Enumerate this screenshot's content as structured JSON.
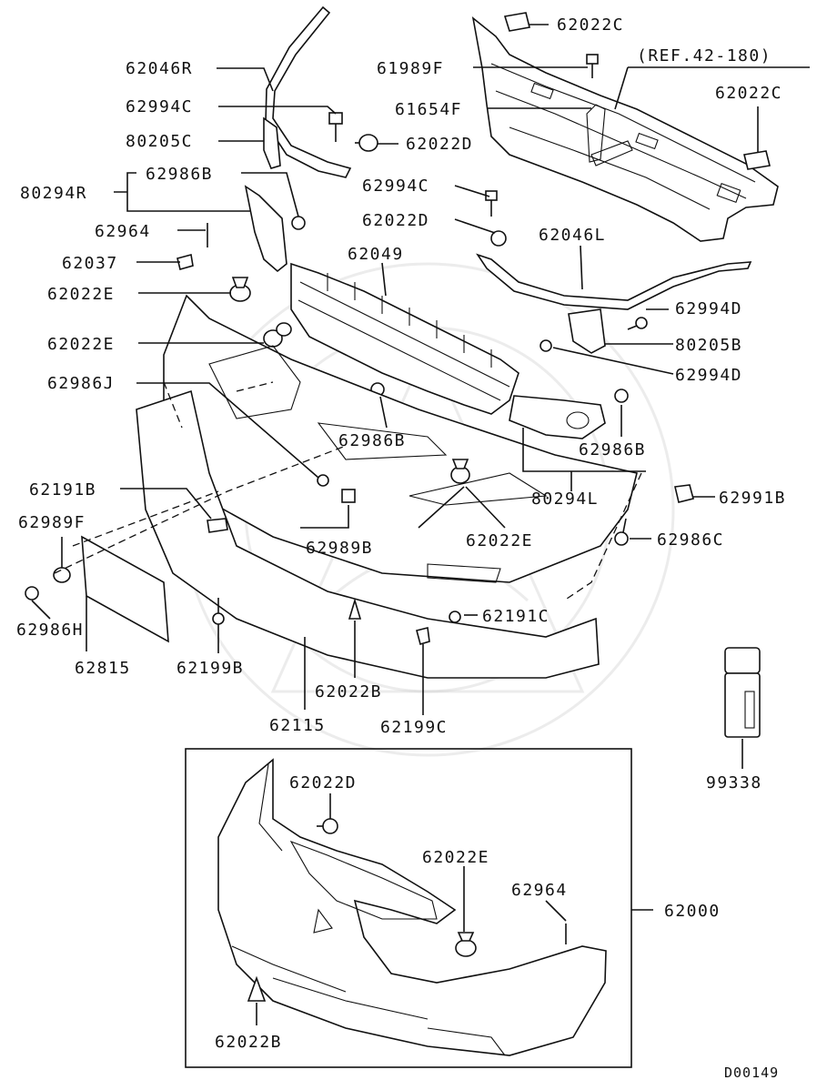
{
  "diagram_code": "D00149",
  "labels": {
    "l62022C_top": "62022C",
    "l62046R": "62046R",
    "l61989F": "61989F",
    "lREF": "(REF.42-180)",
    "l62994C_a": "62994C",
    "l61654F": "61654F",
    "l62022C_right": "62022C",
    "l80205C": "80205C",
    "l62022D_a": "62022D",
    "l62986B_a": "62986B",
    "l80294R": "80294R",
    "l62994C_b": "62994C",
    "l62964_a": "62964",
    "l62022D_b": "62022D",
    "l62046L": "62046L",
    "l62037": "62037",
    "l62049": "62049",
    "l62022E_a": "62022E",
    "l62994D_a": "62994D",
    "l62022E_b": "62022E",
    "l80205B": "80205B",
    "l62994D_b": "62994D",
    "l62986J": "62986J",
    "l62986B_b": "62986B",
    "l62986B_c": "62986B",
    "l62191B": "62191B",
    "l80294L": "80294L",
    "l62991B": "62991B",
    "l62989F": "62989F",
    "l62989B": "62989B",
    "l62022E_c": "62022E",
    "l62986C": "62986C",
    "l62986H": "62986H",
    "l62191C": "62191C",
    "l62815": "62815",
    "l62199B": "62199B",
    "l62022B_a": "62022B",
    "l62115": "62115",
    "l62199C": "62199C",
    "l99338": "99338",
    "l62022D_c": "62022D",
    "l62022E_d": "62022E",
    "l62964_b": "62964",
    "l62000": "62000",
    "l62022B_b": "62022B"
  }
}
